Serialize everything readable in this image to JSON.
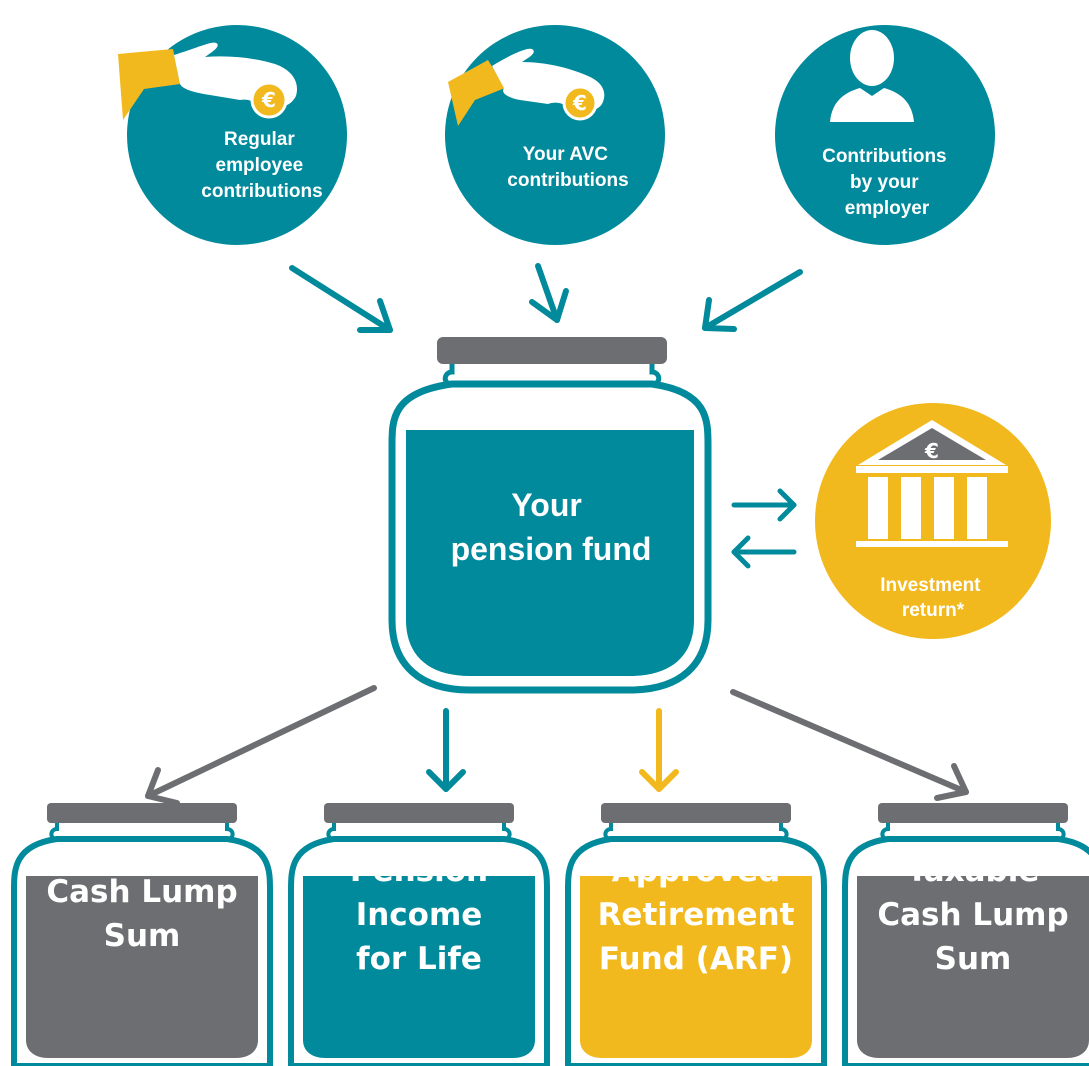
{
  "colors": {
    "teal": "#008a9b",
    "yellow": "#f2b91e",
    "gray": "#6d6e71",
    "white": "#ffffff"
  },
  "sources": [
    {
      "id": "regular",
      "icon": "hand-coin-icon",
      "lines": [
        "Regular",
        "employee",
        "contributions"
      ]
    },
    {
      "id": "avc",
      "icon": "hand-coin-icon",
      "lines": [
        "Your AVC",
        "contributions"
      ]
    },
    {
      "id": "employer",
      "icon": "person-icon",
      "lines": [
        "Contributions",
        "by your",
        "employer"
      ]
    }
  ],
  "fund": {
    "lines": [
      "Your",
      "pension fund"
    ]
  },
  "investment": {
    "icon": "bank-building-icon",
    "symbol": "€",
    "lines": [
      "Investment",
      "return*"
    ]
  },
  "coin_symbol": "€",
  "outputs": [
    {
      "id": "cash",
      "lines": [
        "Cash Lump",
        "Sum"
      ],
      "color": "#6d6e71"
    },
    {
      "id": "income",
      "lines": [
        "Pension",
        "Income",
        "for Life"
      ],
      "color": "#008a9b"
    },
    {
      "id": "arf",
      "lines": [
        "Approved",
        "Retirement",
        "Fund (ARF)"
      ],
      "color": "#f2b91e"
    },
    {
      "id": "taxable",
      "lines": [
        "Taxable",
        "Cash Lump",
        "Sum"
      ],
      "color": "#6d6e71"
    }
  ]
}
